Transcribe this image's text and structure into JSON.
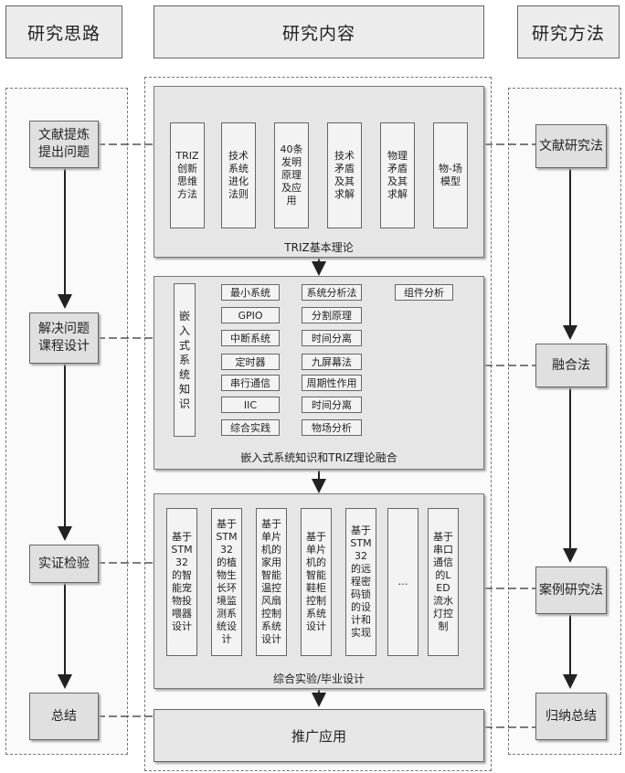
{
  "headers": {
    "left": "研究思路",
    "middle": "研究内容",
    "right": "研究方法"
  },
  "left_steps": [
    "文献提炼\n提出问题",
    "解决问题\n课程设计",
    "实证检验",
    "总结"
  ],
  "right_steps": [
    "文献研究法",
    "融合法",
    "案例研究法",
    "归纳总结"
  ],
  "triz": {
    "title": "TRIZ基本理论",
    "items": [
      "TRIZ创新思维方法",
      "技术系统进化法则",
      "40条发明原理及应用",
      "技术矛盾及其求解",
      "物理矛盾及其求解",
      "物-场模型"
    ]
  },
  "fusion": {
    "title": "嵌入式系统知识和TRIZ理论融合",
    "vertical_label": "嵌入式系统知识",
    "rows": [
      {
        "left": "最小系统",
        "right": "系统分析法",
        "extra": "组件分析"
      },
      {
        "left": "GPIO",
        "right": "分割原理"
      },
      {
        "left": "中断系统",
        "right": "时间分离"
      },
      {
        "left": "定时器",
        "right": "九屏幕法"
      },
      {
        "left": "串行通信",
        "right": "周期性作用"
      },
      {
        "left": "IIC",
        "right": "时间分离"
      },
      {
        "left": "综合实践",
        "right": "物场分析"
      }
    ]
  },
  "design": {
    "title": "综合实验/毕业设计",
    "items": [
      "基于STM32的智能宠物投喂器设计",
      "基于STM32的植物生长环境监测系统设计",
      "基于单片机的家用智能温控风扇控制系统设计",
      "基于单片机的智能鞋柜控制系统设计",
      "基于STM32的远程密码锁的设计和实现",
      "…",
      "基于串口通信的LED流水灯控制"
    ]
  },
  "promotion": "推广应用"
}
